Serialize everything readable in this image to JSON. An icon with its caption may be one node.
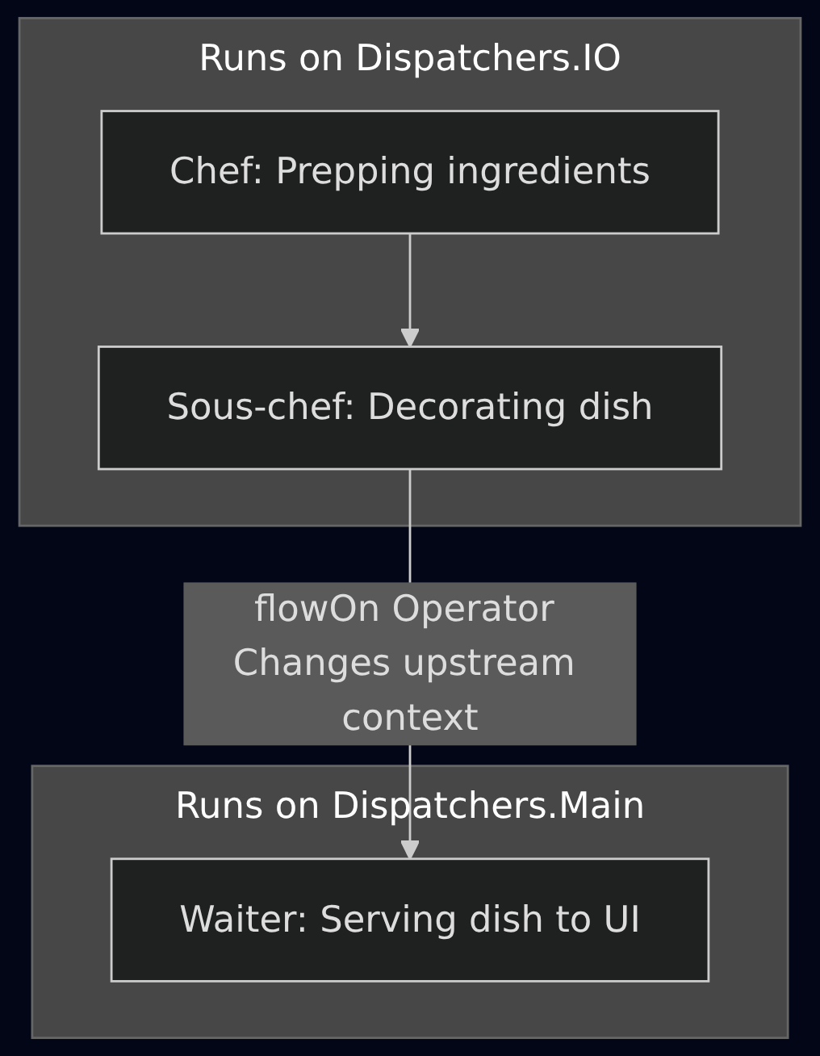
{
  "diagram": {
    "nodes": [
      {
        "text": [
          "Runs on Dispatchers.IO"
        ]
      },
      {
        "text": [
          "Chef: Prepping ingredients"
        ],
        "in": 0
      },
      {
        "text": [
          "Sous-chef: Decorating dish"
        ],
        "in": 0
      },
      {
        "text": [
          "Runs on Dispatchers.Main"
        ]
      },
      {
        "text": [
          "Waiter: Serving dish to UI"
        ],
        "in": 3
      }
    ],
    "edges": [
      {
        "from": 1,
        "to": 2,
        "arrow": "to"
      },
      {
        "from": 2,
        "to": 4,
        "arrow": "to",
        "label": "flowOn Operator Changes upstream context"
      }
    ]
  }
}
